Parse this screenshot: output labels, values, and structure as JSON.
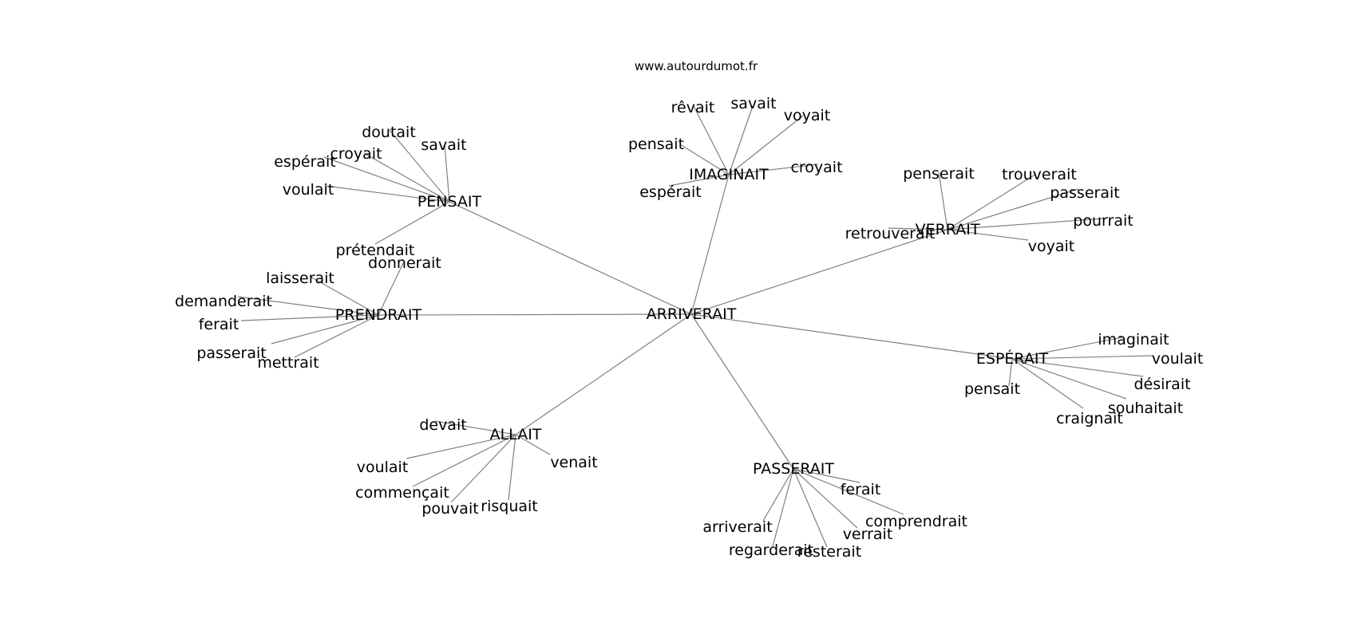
{
  "source": "www.autourdumot.fr",
  "root": "ARRIVERAIT",
  "hubs": [
    {
      "id": "pensait",
      "label": "PENSAIT",
      "leaves": [
        "doutait",
        "savait",
        "croyait",
        "espérait",
        "voulait",
        "prétendait"
      ]
    },
    {
      "id": "imaginait",
      "label": "IMAGINAIT",
      "leaves": [
        "rêvait",
        "savait",
        "voyait",
        "pensait",
        "croyait",
        "espérait"
      ]
    },
    {
      "id": "verrait",
      "label": "VERRAIT",
      "leaves": [
        "penserait",
        "trouverait",
        "passerait",
        "pourrait",
        "retrouverait",
        "voyait"
      ]
    },
    {
      "id": "prendrait",
      "label": "PRENDRAIT",
      "leaves": [
        "donnerait",
        "laisserait",
        "demanderait",
        "ferait",
        "passerait",
        "mettrait"
      ]
    },
    {
      "id": "esperait",
      "label": "ESPÉRAIT",
      "leaves": [
        "imaginait",
        "voulait",
        "désirait",
        "souhaitait",
        "pensait",
        "craignait"
      ]
    },
    {
      "id": "allait",
      "label": "ALLAIT",
      "leaves": [
        "devait",
        "voulait",
        "commençait",
        "pouvait",
        "risquait",
        "venait"
      ]
    },
    {
      "id": "passerait",
      "label": "PASSERAIT",
      "leaves": [
        "ferait",
        "comprendrait",
        "verrait",
        "arriverait",
        "regarderait",
        "resterait"
      ]
    }
  ]
}
